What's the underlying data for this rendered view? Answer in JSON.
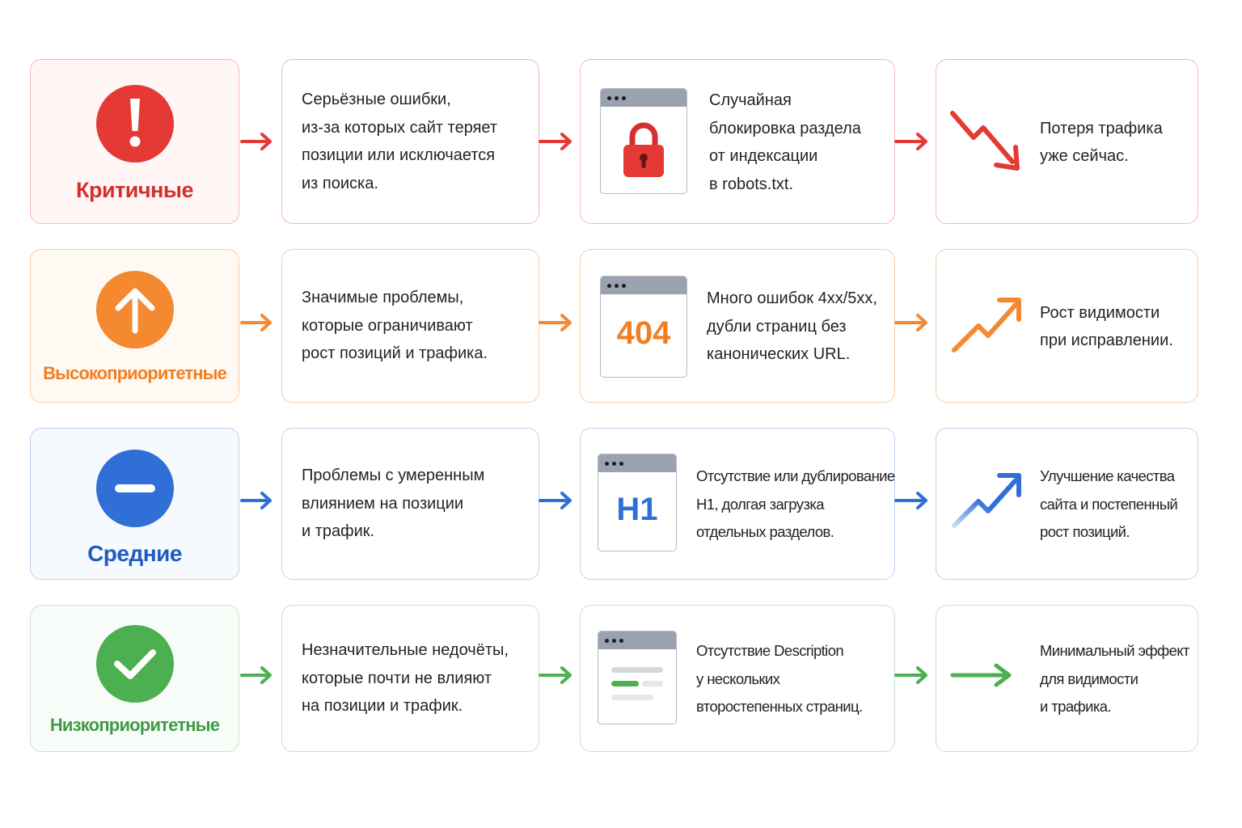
{
  "rows": [
    {
      "category": "Критичные",
      "color": "#e53935",
      "description": [
        "Серьёзные ошибки,",
        "из-за которых сайт теряет",
        "позиции или исключается",
        "из поиска."
      ],
      "example_icon": "padlock-icon",
      "example": [
        "Случайная",
        "блокировка раздела",
        "от индексации",
        "в robots.txt."
      ],
      "effect_icon": "trend-down-icon",
      "effect": [
        "Потеря трафика",
        "уже сейчас."
      ]
    },
    {
      "category": "Высокоприоритетные",
      "color": "#f5892f",
      "description": [
        "Значимые проблемы,",
        "которые ограничивают",
        "рост позиций и трафика."
      ],
      "example_icon_text": "404",
      "example": [
        "Много ошибок 4xx/5xx,",
        "дубли страниц без",
        "канонических URL."
      ],
      "effect_icon": "trend-up-icon",
      "effect": [
        "Рост видимости",
        "при исправлении."
      ]
    },
    {
      "category": "Средние",
      "color": "#2f6fd6",
      "description": [
        "Проблемы с умеренным",
        "влиянием на позиции",
        "и трафик."
      ],
      "example_icon_text": "H1",
      "example": [
        "Отсутствие или дублирование",
        "H1, долгая загрузка",
        "отдельных разделов."
      ],
      "effect_icon": "trend-up-icon",
      "effect": [
        "Улучшение качества",
        "сайта и постепенный",
        "рост позиций."
      ]
    },
    {
      "category": "Низкоприоритетные",
      "color": "#4caf50",
      "description": [
        "Незначительные недочёты,",
        "которые почти не влияют",
        "на позиции и трафик."
      ],
      "example_icon": "document-lines-icon",
      "example": [
        "Отсутствие Description",
        "у нескольких",
        "второстепенных страниц."
      ],
      "effect_icon": "arrow-right-icon",
      "effect": [
        "Минимальный эффект",
        "для видимости",
        "и трафика."
      ]
    }
  ]
}
